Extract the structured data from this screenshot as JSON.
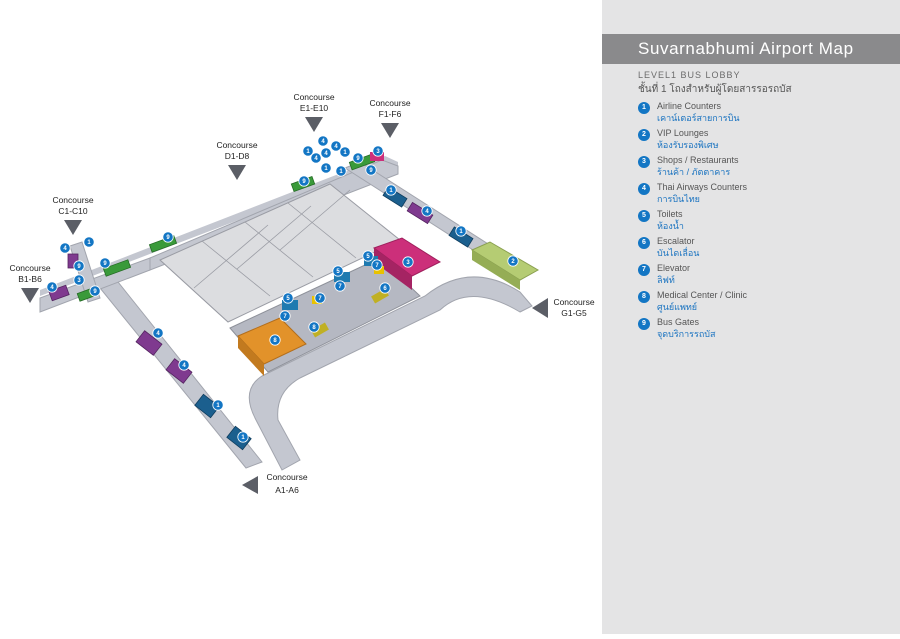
{
  "panel": {
    "title": "Suvarnabhumi Airport Map",
    "level_en": "LEVEL1  BUS  LOBBY",
    "level_th": "ชั้นที่  1  โถงสำหรับผู้โดยสารรอรถบัส"
  },
  "legend": [
    {
      "num": "1",
      "en": "Airline Counters",
      "th": "เคาน์เตอร์สายการบิน"
    },
    {
      "num": "2",
      "en": "VIP Lounges",
      "th": "ห้องรับรองพิเศษ"
    },
    {
      "num": "3",
      "en": "Shops / Restaurants",
      "th": "ร้านค้า  /  ภัตตาคาร"
    },
    {
      "num": "4",
      "en": "Thai Airways Counters",
      "th": "การบินไทย"
    },
    {
      "num": "5",
      "en": "Toilets",
      "th": "ห้องน้ำ"
    },
    {
      "num": "6",
      "en": "Escalator",
      "th": "บันไดเลื่อน"
    },
    {
      "num": "7",
      "en": "Elevator",
      "th": "ลิฟท์"
    },
    {
      "num": "8",
      "en": "Medical Center / Clinic",
      "th": "ศูนย์แพทย์"
    },
    {
      "num": "9",
      "en": "Bus Gates",
      "th": "จุดบริการรถบัส"
    }
  ],
  "concourses": {
    "e": {
      "line1": "Concourse",
      "line2": "E1-E10"
    },
    "f": {
      "line1": "Concourse",
      "line2": "F1-F6"
    },
    "d": {
      "line1": "Concourse",
      "line2": "D1-D8"
    },
    "c": {
      "line1": "Concourse",
      "line2": "C1-C10"
    },
    "b": {
      "line1": "Concourse",
      "line2": "B1-B6"
    },
    "g": {
      "line1": "Concourse",
      "line2": "G1-G5"
    },
    "a": {
      "line1": "Concourse",
      "line2": "A1-A6"
    }
  },
  "badges": [
    "1",
    "2",
    "3",
    "4",
    "5",
    "6",
    "7",
    "8",
    "9"
  ],
  "colors": {
    "airline_counters": "#1b5f8e",
    "vip_lounge": "#b5cc73",
    "shops": "#cc2f7a",
    "thai_airways": "#7f3a8f",
    "toilets": "#1e7ab0",
    "escalator": "#c0b024",
    "elevator": "#e8c200",
    "medical": "#e2922a",
    "bus_gates": "#3a9a3a",
    "badge": "#1376c4",
    "walkway": "#c4c7d0",
    "floor": "#dcdde0"
  }
}
